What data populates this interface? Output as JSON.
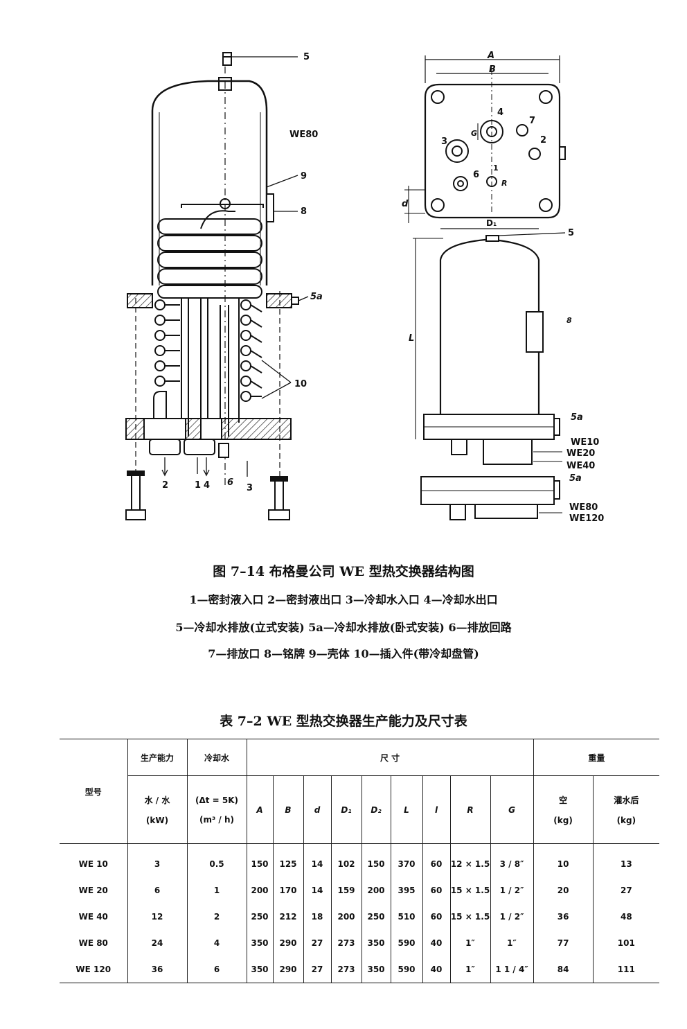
{
  "figure": {
    "left_labels": {
      "l5": "5",
      "model": "WE80",
      "l9": "9",
      "l8": "8",
      "l5a": "5a",
      "l10": "10",
      "b2": "2",
      "b1": "1",
      "b4": "4",
      "b6": "6",
      "b3": "3"
    },
    "right_labels": {
      "A": "A",
      "B": "B",
      "p4": "4",
      "p7": "7",
      "G": "G",
      "p3": "3",
      "p2": "2",
      "p1": "1",
      "R": "R",
      "p6": "6",
      "d": "d",
      "D1": "D₁",
      "p5": "5",
      "L": "L",
      "p8": "8",
      "p5a_top": "5a",
      "p5a_bottom": "5a",
      "we10": "WE10",
      "we20": "WE20",
      "we40": "WE40",
      "we80": "WE80",
      "we120": "WE120"
    }
  },
  "caption": {
    "title": "图 7–14   布格曼公司 WE 型热交换器结构图",
    "legend_1": "1—密封液入口   2—密封液出口   3—冷却水入口   4—冷却水出口",
    "legend_2": "5—冷却水排放(立式安装)   5a—冷却水排放(卧式安装)   6—排放回路",
    "legend_3": "7—排放口   8—铭牌   9—壳体   10—插入件(带冷却盘管)"
  },
  "table": {
    "title": "表 7–2   WE 型热交换器生产能力及尺寸表",
    "h_model": "型号",
    "h_capacity": "生产能力",
    "h_capacity_sub1": "水 / 水",
    "h_capacity_sub2": "(kW)",
    "h_cooling": "冷却水",
    "h_cooling_sub1": "(Δt = 5K)",
    "h_cooling_sub2": "(m³ / h)",
    "h_dimensions": "尺          寸",
    "h_weight": "重量",
    "h_empty": "空",
    "h_empty_unit": "(kg)",
    "h_filled": "灌水后",
    "h_filled_unit": "(kg)",
    "dim_headers": [
      "A",
      "B",
      "d",
      "D₁",
      "D₂",
      "L",
      "l",
      "R",
      "G"
    ],
    "rows": [
      [
        "WE 10",
        "3",
        "0.5",
        "150",
        "125",
        "14",
        "102",
        "150",
        "370",
        "60",
        "12 × 1.5",
        "3 / 8″",
        "10",
        "13"
      ],
      [
        "WE 20",
        "6",
        "1",
        "200",
        "170",
        "14",
        "159",
        "200",
        "395",
        "60",
        "15 × 1.5",
        "1 / 2″",
        "20",
        "27"
      ],
      [
        "WE 40",
        "12",
        "2",
        "250",
        "212",
        "18",
        "200",
        "250",
        "510",
        "60",
        "15 × 1.5",
        "1 / 2″",
        "36",
        "48"
      ],
      [
        "WE 80",
        "24",
        "4",
        "350",
        "290",
        "27",
        "273",
        "350",
        "590",
        "40",
        "1″",
        "1″",
        "77",
        "101"
      ],
      [
        "WE 120",
        "36",
        "6",
        "350",
        "290",
        "27",
        "273",
        "350",
        "590",
        "40",
        "1″",
        "1 1 / 4″",
        "84",
        "111"
      ]
    ]
  }
}
